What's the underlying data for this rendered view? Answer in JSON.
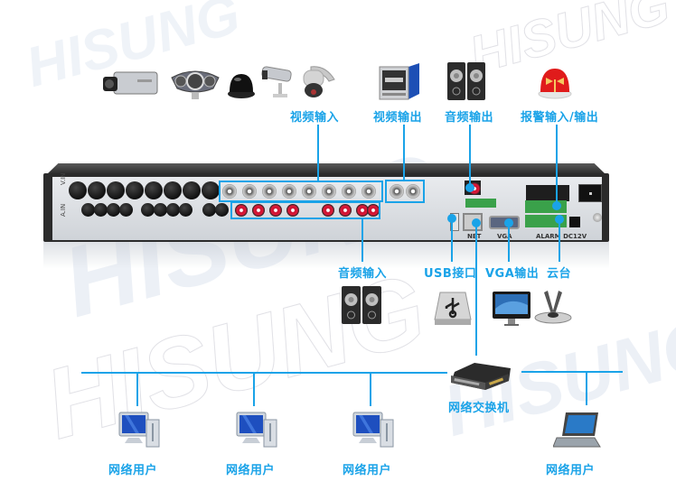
{
  "watermark": "HISUNG",
  "colors": {
    "accent": "#1aa3e8",
    "background": "#ffffff"
  },
  "top_labels": {
    "video_input": "视频输入",
    "video_output": "视频输出",
    "audio_output": "音频输出",
    "alarm_io": "报警输入/输出"
  },
  "bottom_labels": {
    "audio_input": "音频输入",
    "usb_port": "USB接口",
    "vga_output": "VGA输出",
    "ptz": "云台",
    "network_switch": "网络交换机"
  },
  "network_users": [
    {
      "label": "网络用户",
      "device": "desktop-pc"
    },
    {
      "label": "网络用户",
      "device": "desktop-pc"
    },
    {
      "label": "网络用户",
      "device": "desktop-pc"
    },
    {
      "label": "网络用户",
      "device": "laptop"
    }
  ],
  "panel_text": {
    "vin": "V.IN",
    "ain": "A.IN",
    "net": "NET",
    "vga": "VGA",
    "alarm": "ALARM",
    "dc": "DC12V"
  },
  "icons": {
    "cameras": [
      "box-camera-icon",
      "ir-camera-icon",
      "dome-camera-icon",
      "bullet-camera-icon",
      "ptz-dome-camera-icon"
    ],
    "monitor": "crt-monitor-icon",
    "speakers": "speakers-icon",
    "alarm": "alarm-siren-icon",
    "usb": "usb-drive-icon",
    "vga": "lcd-monitor-icon",
    "ptz": "ptz-controller-icon",
    "switch": "network-switch-icon"
  }
}
